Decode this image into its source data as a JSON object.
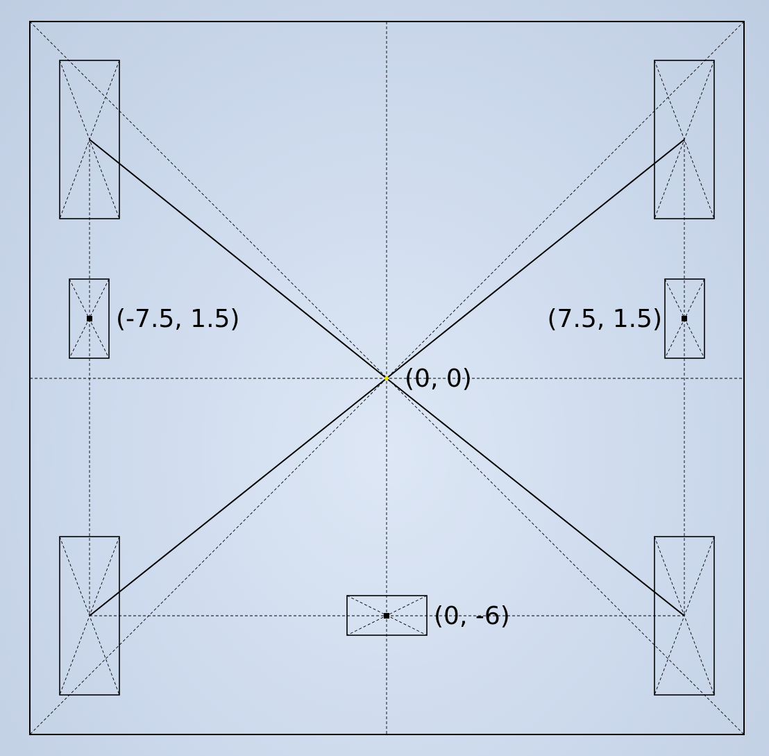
{
  "labels": {
    "left_point": "(-7.5, 1.5)",
    "right_point": "(7.5, 1.5)",
    "origin": "(0, 0)",
    "bottom_point": "(0, -6)"
  },
  "colors": {
    "background": "#d3dff0",
    "line": "#000000",
    "origin_marker": "#e8e000"
  }
}
